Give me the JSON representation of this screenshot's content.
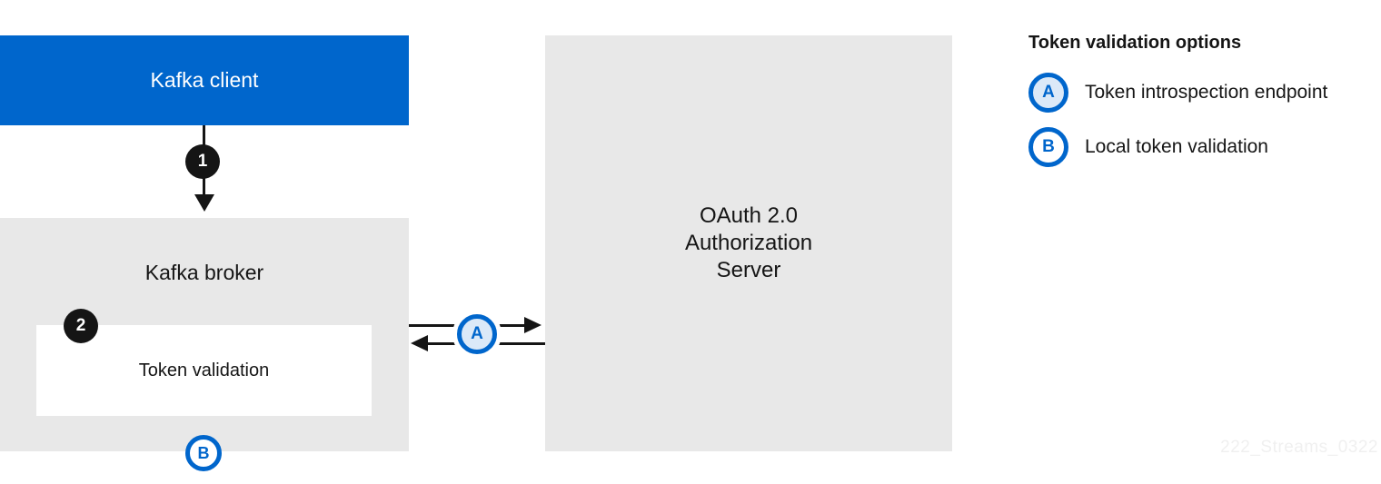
{
  "colors": {
    "primary_blue": "#0066cc",
    "light_blue_fill": "#dbe9f8",
    "box_gray": "#e8e8e8",
    "ink": "#151515",
    "watermark_gray": "#f0f0f0"
  },
  "diagram": {
    "kafka_client_label": "Kafka client",
    "kafka_broker_label": "Kafka broker",
    "token_validation_label": "Token validation",
    "oauth_server_label": "OAuth 2.0\nAuthorization\nServer",
    "step1": "1",
    "step2": "2",
    "badge_a": "A",
    "badge_b": "B"
  },
  "legend": {
    "title": "Token validation options",
    "items": [
      {
        "badge": "A",
        "label": "Token introspection endpoint"
      },
      {
        "badge": "B",
        "label": "Local token validation"
      }
    ]
  },
  "watermark": "222_Streams_0322"
}
